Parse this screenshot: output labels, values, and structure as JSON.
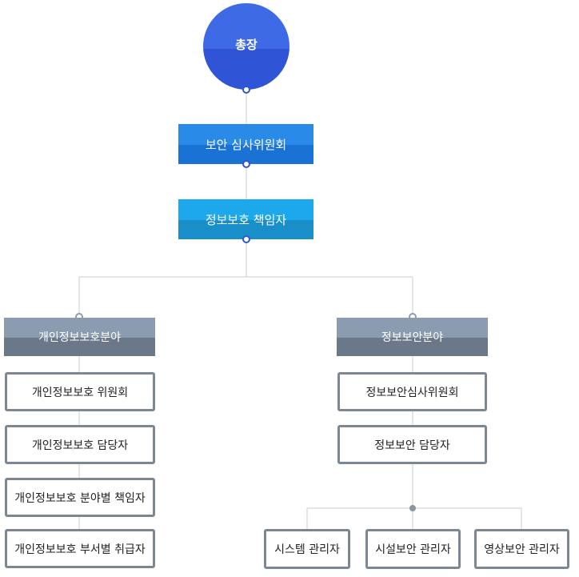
{
  "chart": {
    "president": "총장",
    "security_review_committee": "보안 심사위원회",
    "info_protection_officer": "정보보호 책임자",
    "privacy_field": {
      "title": "개인정보보호분야",
      "items": [
        "개인정보보호 위원회",
        "개인정보보호 담당자",
        "개인정보보호 분야별 책임자",
        "개인정보보호 부서별 취급자"
      ]
    },
    "infosec_field": {
      "title": "정보보안분야",
      "items": [
        "정보보안심사위원회",
        "정보보안 담당자"
      ],
      "managers": [
        "시스템 관리자",
        "시설보안 관리자",
        "영상보안 관리자"
      ]
    }
  },
  "colors": {
    "top_circle": "#3f6ae6",
    "committee_blue": "#1a72d4",
    "officer_blue": "#1ea8ec",
    "field_gray": "#7c8a9c",
    "item_border": "#7d8794"
  }
}
